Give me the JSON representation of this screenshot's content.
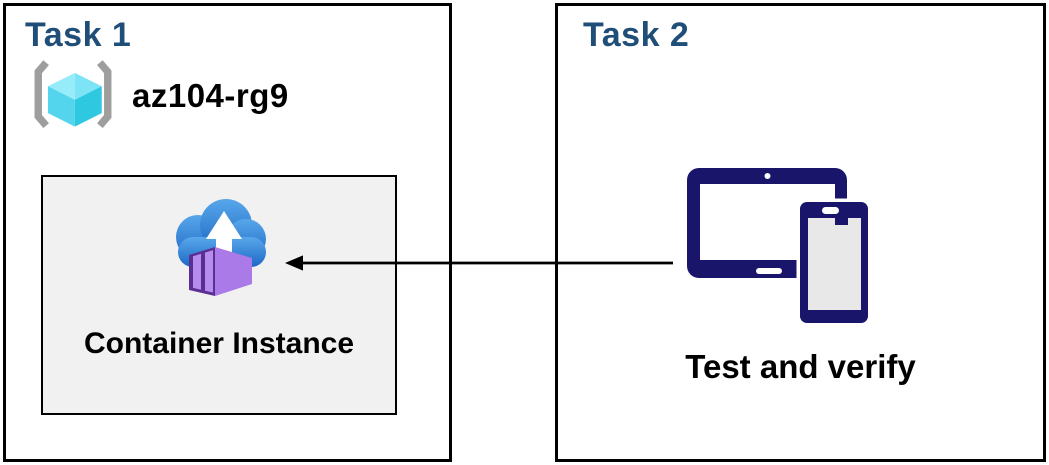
{
  "diagram": {
    "type": "azure-task-flow",
    "colors": {
      "task_title": "#1F4E79",
      "device_navy": "#18156B",
      "box_border": "#000000",
      "card_background": "#F1F1F1",
      "cloud_blue_top": "#58A7EA",
      "cloud_blue_bottom": "#1E68C6",
      "container_purple_dark": "#5B2F91",
      "container_purple_light": "#A97AE8",
      "cube_cyan_light": "#8FE9FA",
      "bracket_gray": "#9E9E9E"
    }
  },
  "task1": {
    "title": "Task 1",
    "resource_group_name": "az104-rg9",
    "resource_group_icon": "resource-group-icon",
    "container_card": {
      "label": "Container Instance",
      "icon": "container-instance-icon"
    }
  },
  "task2": {
    "title": "Task 2",
    "label": "Test and verify",
    "icon": "tablet-phone-devices-icon"
  },
  "connector": {
    "from": "task2-devices",
    "to": "task1-container-instance",
    "direction": "right-to-left",
    "style": "solid-arrow"
  }
}
